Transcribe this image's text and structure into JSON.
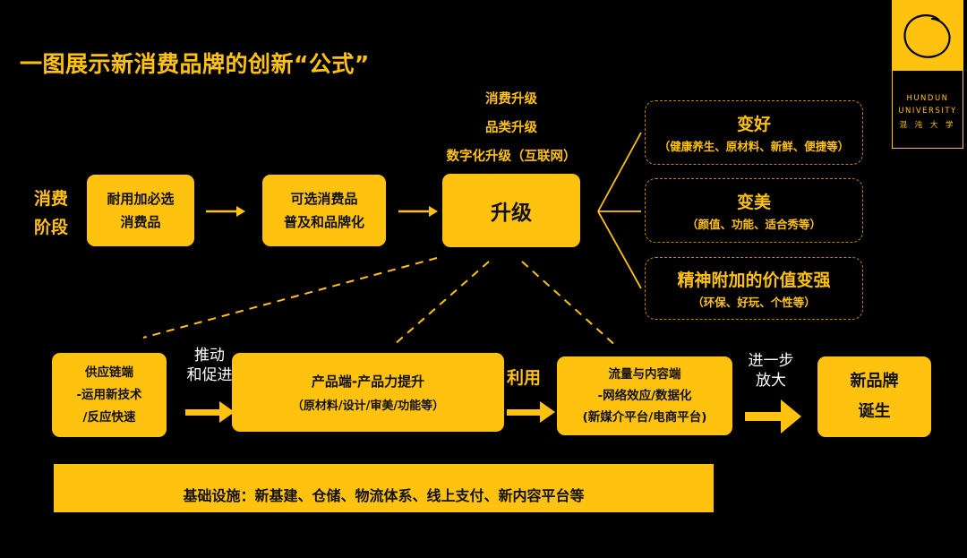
{
  "title": "一图展示新消费品牌的创新“公式”",
  "logo": {
    "line1": "HUNDUN",
    "line2": "UNIVERSITY",
    "line3": "混 沌 大 学"
  },
  "stage_label": [
    "消费",
    "阶段"
  ],
  "stage_boxes": [
    {
      "lines": [
        "耐用加必选",
        "消费品"
      ]
    },
    {
      "lines": [
        "可选消费品",
        "普及和品牌化"
      ]
    }
  ],
  "upgrade": {
    "top_labels": [
      "消费升级",
      "品类升级",
      "数字化升级（互联网）"
    ],
    "label": "升级"
  },
  "outcomes": [
    {
      "title": "变好",
      "sub": "（健康养生、原材料、新鲜、便捷等）"
    },
    {
      "title": "变美",
      "sub": "（颜值、功能、适合秀等）"
    },
    {
      "title": "精神附加的价值变强",
      "sub": "（环保、好玩、个性等）"
    }
  ],
  "flow": {
    "supply": {
      "lines": [
        "供应链端",
        "-运用新技术",
        "/反应快速"
      ]
    },
    "push_label": [
      "推动",
      "和促进"
    ],
    "product": {
      "title": "产品端-产品力提升",
      "sub": "（原材料/设计/审美/功能等）"
    },
    "use_label": "利用",
    "traffic": {
      "lines": [
        "流量与内容端",
        "-网络效应/数据化",
        "(新媒介平台/电商平台)"
      ]
    },
    "further_label": [
      "进一步",
      "放大"
    ],
    "brand": {
      "lines": [
        "新品牌",
        "诞生"
      ]
    }
  },
  "infrastructure": "基础设施：新基建、仓储、物流体系、线上支付、新内容平台等",
  "colors": {
    "accent": "#ffc20e",
    "background": "#000000",
    "dash": "#b8860b"
  }
}
